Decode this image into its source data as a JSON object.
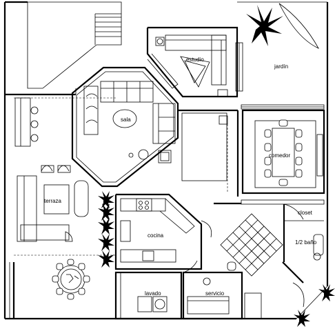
{
  "rooms": {
    "jardin": "jardín",
    "estudio": "estudio",
    "sala": "sala",
    "comedor": "comedor",
    "terraza": "terraza",
    "closet": "closet",
    "bano": "1/2 baño",
    "cocina": "cocina",
    "lavado": "lavado",
    "servicio": "servicio"
  }
}
